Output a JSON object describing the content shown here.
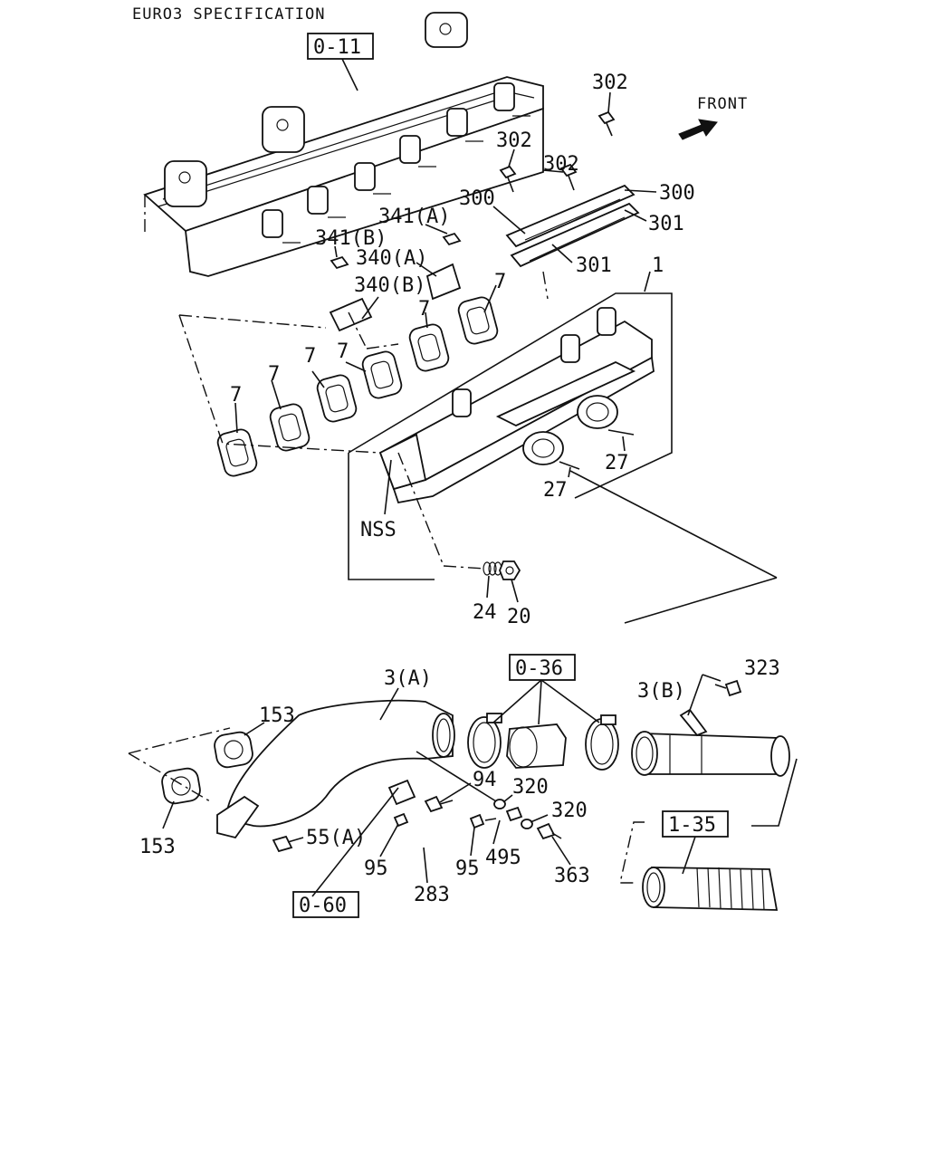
{
  "title": "EURO3 SPECIFICATION",
  "front_label": "FRONT",
  "ref_boxes": {
    "r011": "0-11",
    "r036": "0-36",
    "r060": "0-60",
    "r135": "1-35"
  },
  "callouts": {
    "c302a": "302",
    "c302b": "302",
    "c302c": "302",
    "c300a": "300",
    "c300b": "300",
    "c301a": "301",
    "c301b": "301",
    "c341a": "341(A)",
    "c341b": "341(B)",
    "c340a": "340(A)",
    "c340b": "340(B)",
    "c1": "1",
    "c7a": "7",
    "c7b": "7",
    "c7c": "7",
    "c7d": "7",
    "c7e": "7",
    "c7f": "7",
    "c27a": "27",
    "c27b": "27",
    "nss": "NSS",
    "c24": "24",
    "c20": "20",
    "c3a": "3(A)",
    "c3b": "3(B)",
    "c323": "323",
    "c153a": "153",
    "c153b": "153",
    "c94": "94",
    "c320a": "320",
    "c320b": "320",
    "c55a": "55(A)",
    "c95a": "95",
    "c95b": "95",
    "c495": "495",
    "c363": "363",
    "c283": "283"
  },
  "icons": {
    "front_arrow": "arrow-right-icon"
  }
}
